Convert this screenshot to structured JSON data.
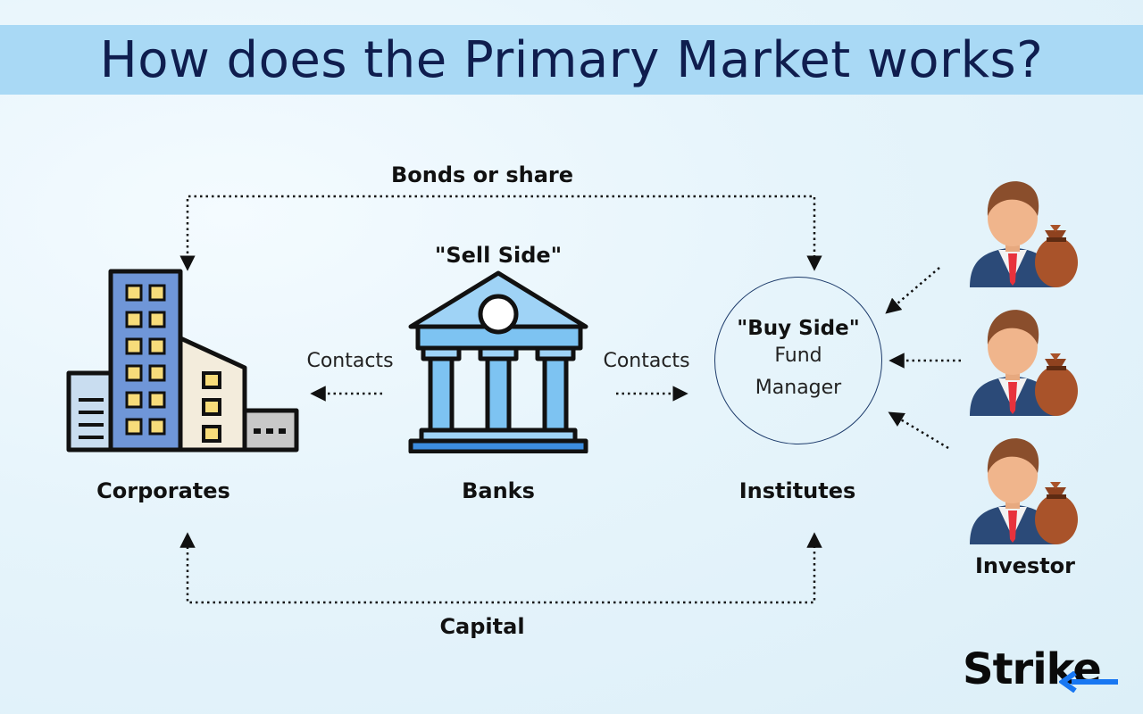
{
  "title": "How does the Primary Market works?",
  "flows": {
    "top_label": "Bonds or share",
    "bottom_label": "Capital",
    "left_contacts": "Contacts",
    "right_contacts": "Contacts"
  },
  "banks": {
    "tag": "\"Sell Side\"",
    "label": "Banks"
  },
  "corporates": {
    "label": "Corporates"
  },
  "institutes": {
    "tag": "\"Buy Side\"",
    "line1": "Fund",
    "line2": "Manager",
    "label": "Institutes"
  },
  "investor": {
    "label": "Investor"
  },
  "brand": {
    "logo_text": "Strike"
  },
  "colors": {
    "title_band": "#a9d9f5",
    "title_text": "#0f1d4e",
    "building_blue": "#6f96d8",
    "bank_blue": "#7dc3f2",
    "suit": "#2b4a78",
    "tie": "#e8323c",
    "money_bag": "#a9532a",
    "logo_accent": "#1877f2"
  }
}
